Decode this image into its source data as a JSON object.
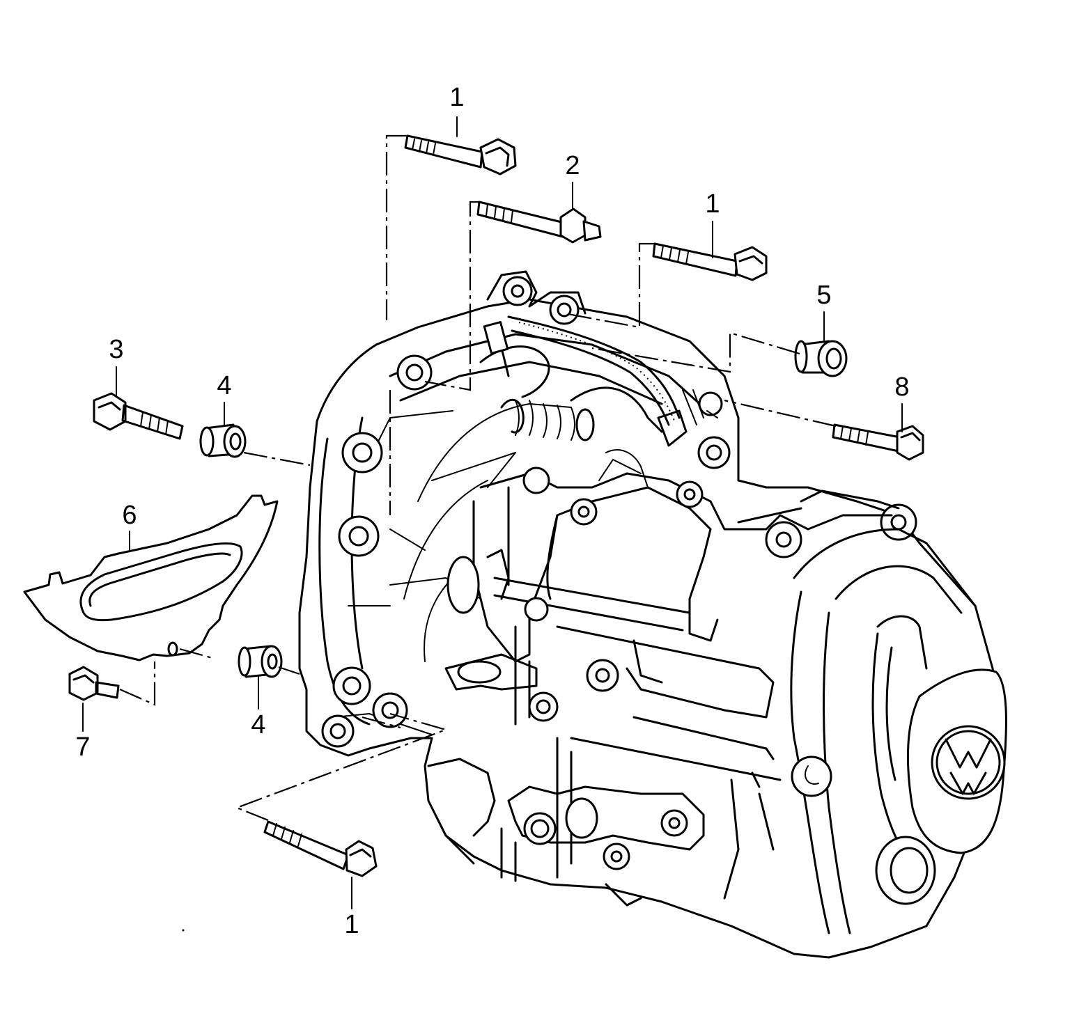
{
  "diagram": {
    "logo": "VW",
    "callouts": [
      {
        "id": "c1_top",
        "label": "1"
      },
      {
        "id": "c2",
        "label": "2"
      },
      {
        "id": "c1_right",
        "label": "1"
      },
      {
        "id": "c5",
        "label": "5"
      },
      {
        "id": "c3",
        "label": "3"
      },
      {
        "id": "c4_top",
        "label": "4"
      },
      {
        "id": "c8",
        "label": "8"
      },
      {
        "id": "c6",
        "label": "6"
      },
      {
        "id": "c7",
        "label": "7"
      },
      {
        "id": "c4_bottom",
        "label": "4"
      },
      {
        "id": "c1_bottom",
        "label": "1"
      }
    ]
  }
}
